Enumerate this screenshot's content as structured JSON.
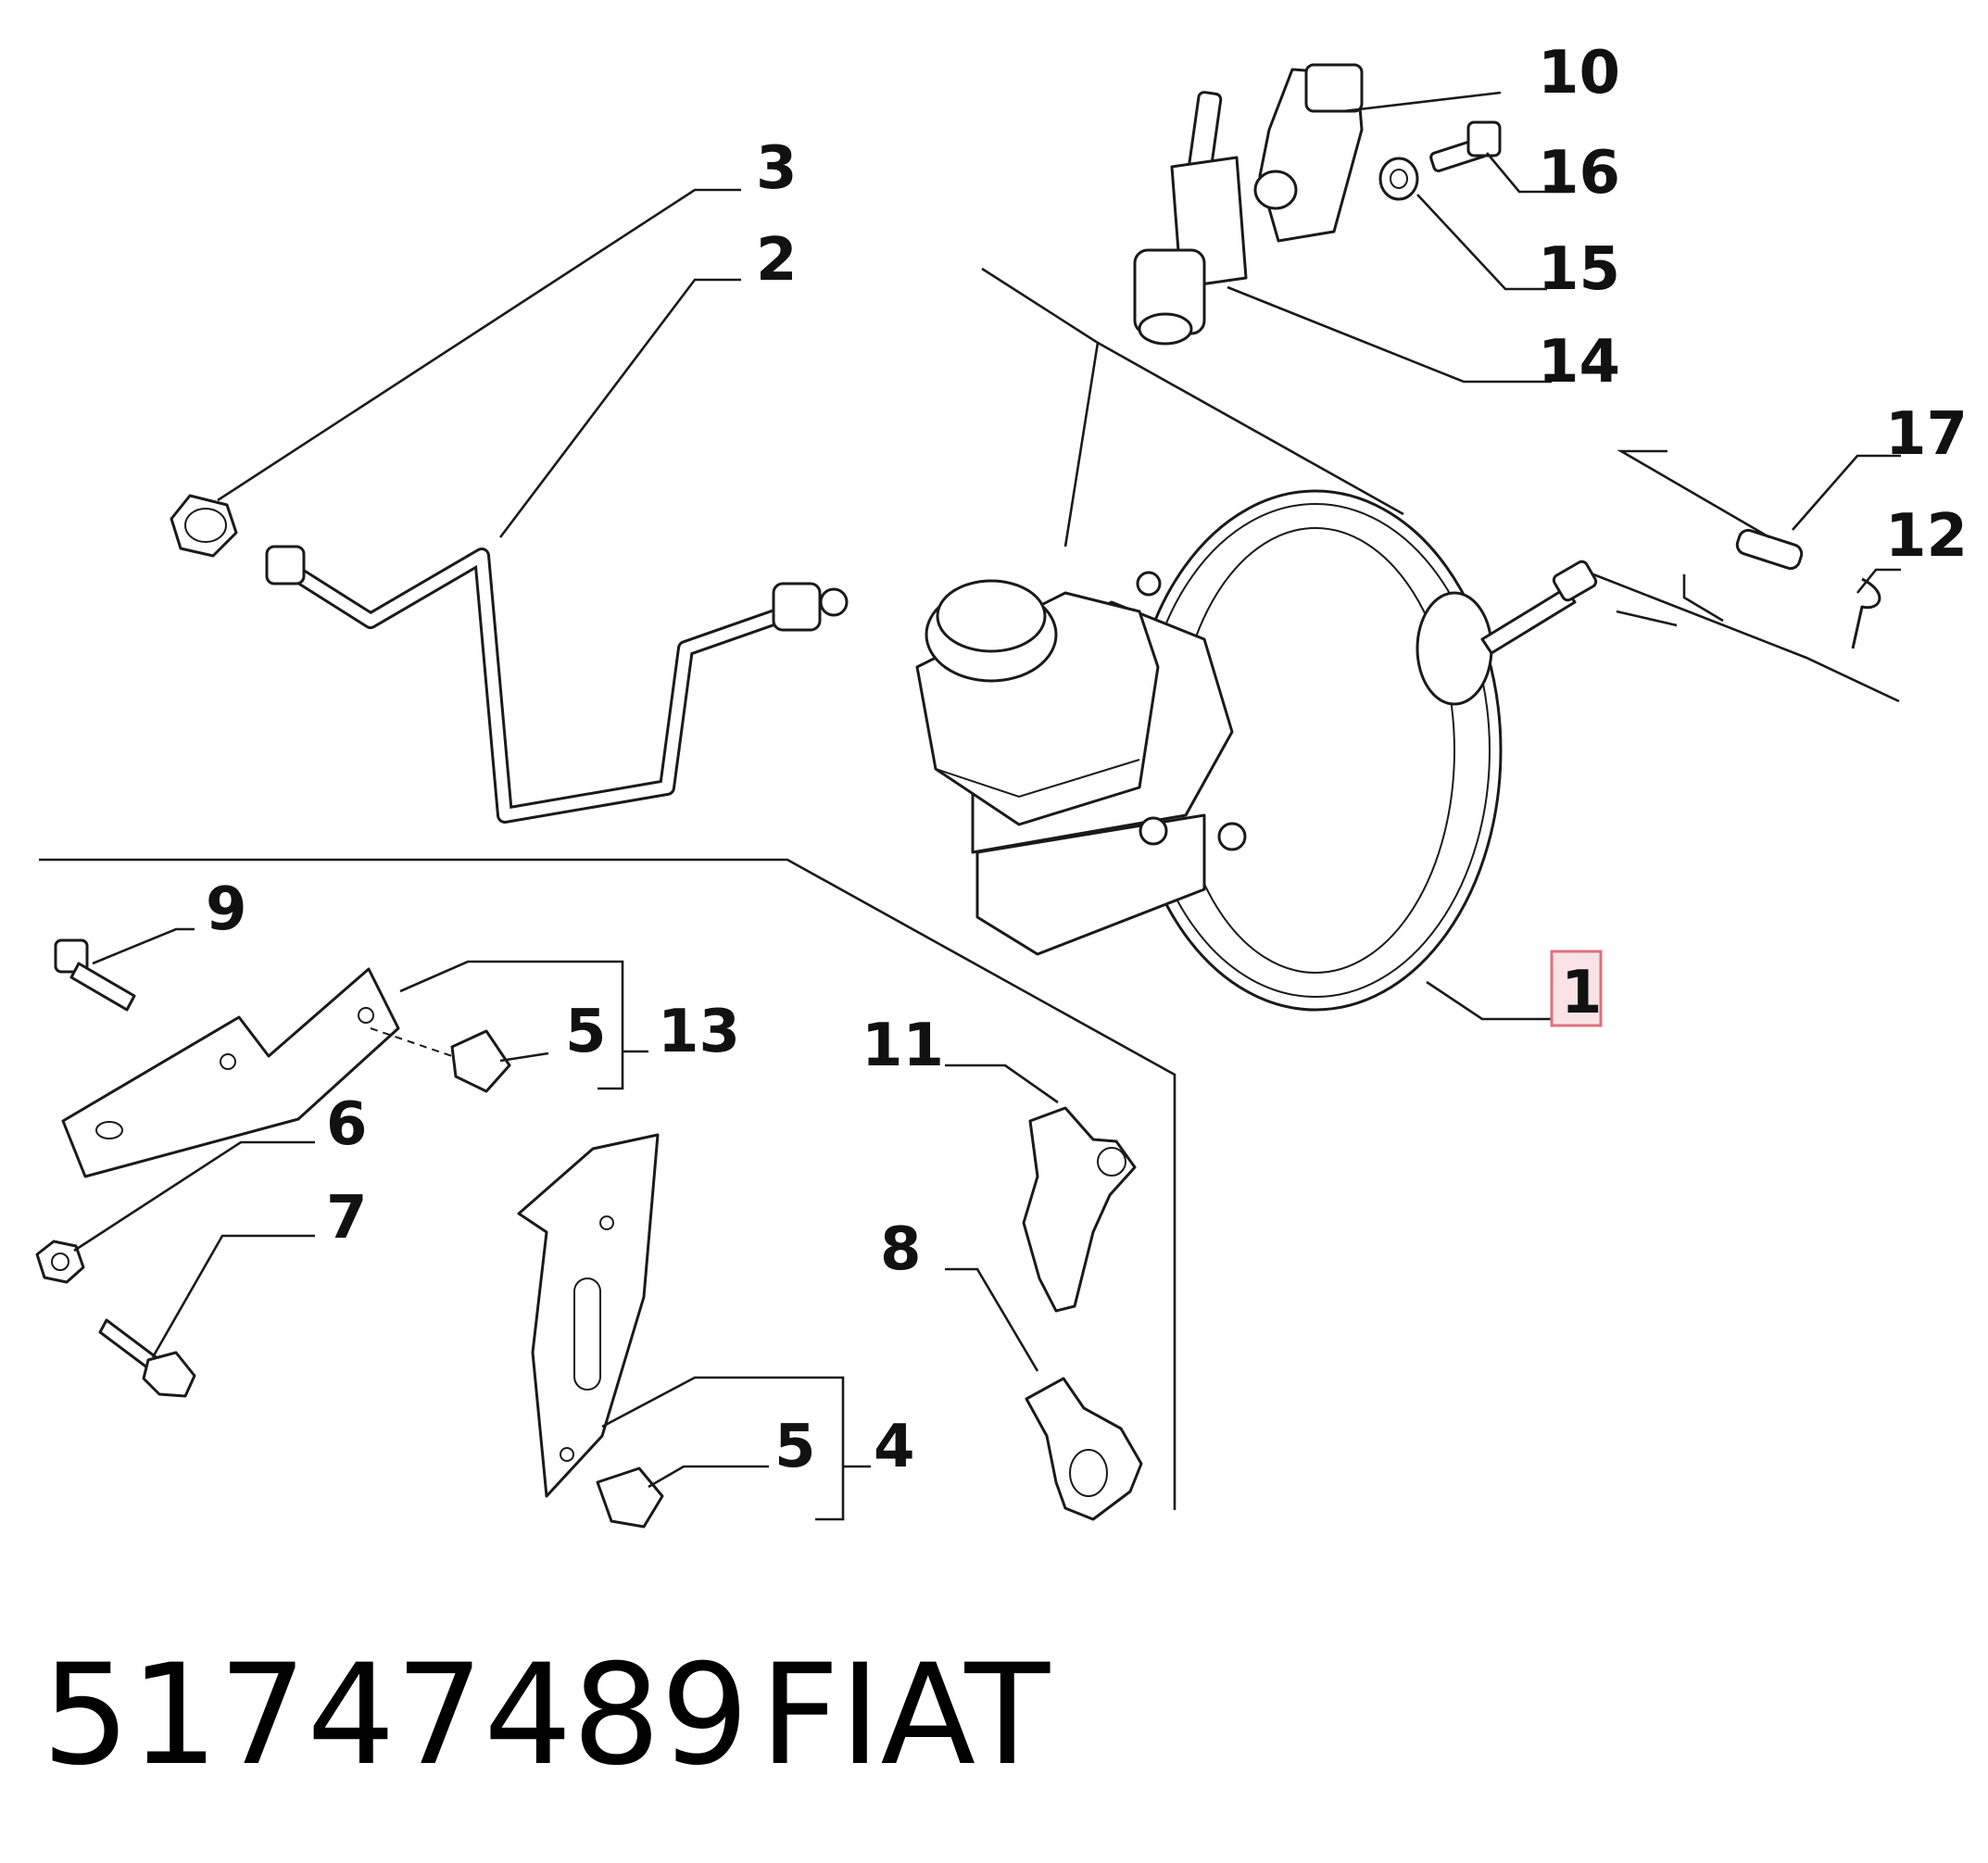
{
  "diagram": {
    "callouts": {
      "c1": "1",
      "c2": "2",
      "c3": "3",
      "c4": "4",
      "c5a": "5",
      "c5b": "5",
      "c6": "6",
      "c7": "7",
      "c8": "8",
      "c9": "9",
      "c10": "10",
      "c11": "11",
      "c12": "12",
      "c13": "13",
      "c14": "14",
      "c15": "15",
      "c16": "16",
      "c17": "17"
    },
    "highlighted_callout": "1",
    "highlight_color": "#e0707c"
  },
  "caption": {
    "part_number": "51747489",
    "brand": "FIAT"
  }
}
